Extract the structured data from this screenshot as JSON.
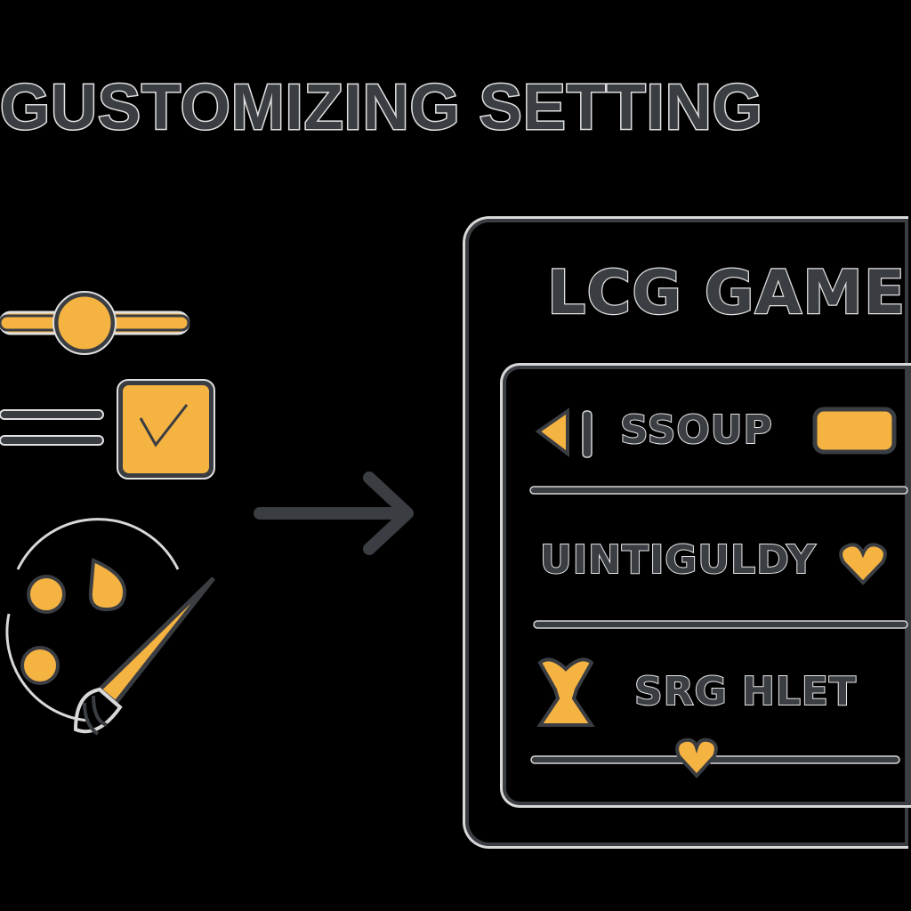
{
  "title": "GUSTOMIZING SETTING",
  "panel": {
    "title": "LCG GAME",
    "rows": [
      {
        "label": "SSOUP",
        "icon": "speaker-icon",
        "control": "toggle",
        "toggle_on": true
      },
      {
        "label": "UINTIGULDY",
        "icon": "heart-icon",
        "control": "favorite"
      },
      {
        "label": "SRG HLET",
        "icon": "character-icon",
        "control": "slider",
        "slider_value": 0.45
      }
    ]
  },
  "left_controls": {
    "slider_value": 0.45,
    "checkbox_checked": true
  },
  "colors": {
    "accent": "#f5b342",
    "outline": "#3a3d42",
    "highlight": "#e0e0e0",
    "background": "#000000"
  }
}
